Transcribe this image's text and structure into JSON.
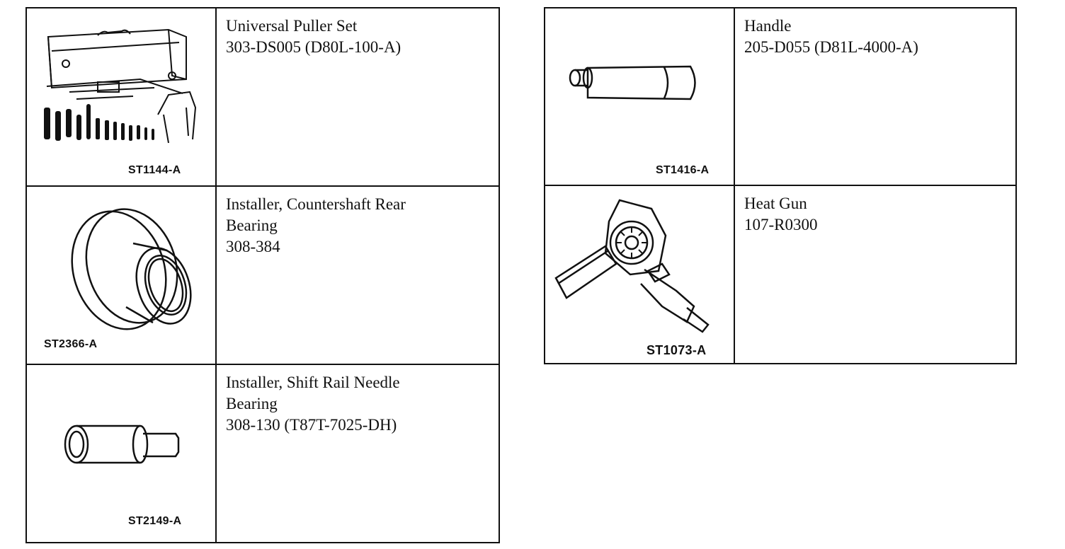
{
  "left_table": {
    "rows": [
      {
        "figure_code": "ST1144-A",
        "name_lines": [
          "Universal Puller Set"
        ],
        "part_number": "303-DS005 (D80L-100-A)",
        "illustration": "puller-set-case-illustration"
      },
      {
        "figure_code": "ST2366-A",
        "name_lines": [
          "Installer, Countershaft Rear",
          "Bearing"
        ],
        "part_number": "308-384",
        "illustration": "bearing-installer-illustration"
      },
      {
        "figure_code": "ST2149-A",
        "name_lines": [
          "Installer, Shift Rail Needle",
          "Bearing"
        ],
        "part_number": "308-130 (T87T-7025-DH)",
        "illustration": "needle-bearing-installer-illustration"
      }
    ]
  },
  "right_table": {
    "rows": [
      {
        "figure_code": "ST1416-A",
        "name_lines": [
          "Handle"
        ],
        "part_number": "205-D055 (D81L-4000-A)",
        "illustration": "handle-illustration"
      },
      {
        "figure_code": "ST1073-A",
        "name_lines": [
          "Heat Gun"
        ],
        "part_number": "107-R0300",
        "illustration": "heat-gun-illustration"
      }
    ]
  }
}
